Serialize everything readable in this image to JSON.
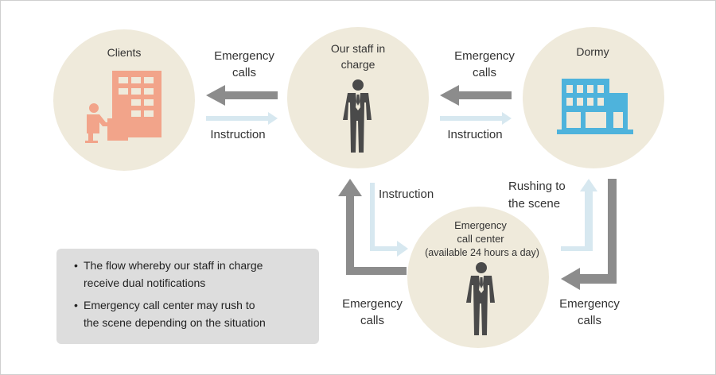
{
  "colors": {
    "circle_fill": "#efeadb",
    "arrow_dark": "#8c8c8c",
    "arrow_light": "#d7e8f0",
    "client_icon": "#f2a48a",
    "dormy_icon": "#4eb3dc",
    "person_icon": "#4a4a4a",
    "note_bg": "#dddddd"
  },
  "nodes": {
    "clients": {
      "label": "Clients",
      "icon": "office-worker-building-icon"
    },
    "staff": {
      "label_line1": "Our staff in",
      "label_line2": "charge",
      "icon": "businessman-icon"
    },
    "dormy": {
      "label": "Dormy",
      "icon": "dormitory-building-icon"
    },
    "call_center": {
      "label_line1": "Emergency",
      "label_line2": "call center",
      "label_line3": "(available 24 hours a day)",
      "icon": "businessman-icon"
    }
  },
  "edges": {
    "staff_to_clients_line1": "Emergency",
    "staff_to_clients_line2": "calls",
    "clients_to_staff": "Instruction",
    "dormy_to_staff_line1": "Emergency",
    "dormy_to_staff_line2": "calls",
    "staff_to_dormy": "Instruction",
    "staff_to_center": "Instruction",
    "center_to_staff_line1": "Emergency",
    "center_to_staff_line2": "calls",
    "center_to_dormy_line1": "Rushing to",
    "center_to_dormy_line2": "the scene",
    "dormy_to_center_line1": "Emergency",
    "dormy_to_center_line2": "calls"
  },
  "notes": [
    {
      "line1": "The flow whereby our staff in charge",
      "line2": "receive dual notifications"
    },
    {
      "line1": "Emergency call center may rush to",
      "line2": "the scene depending on the situation"
    }
  ]
}
